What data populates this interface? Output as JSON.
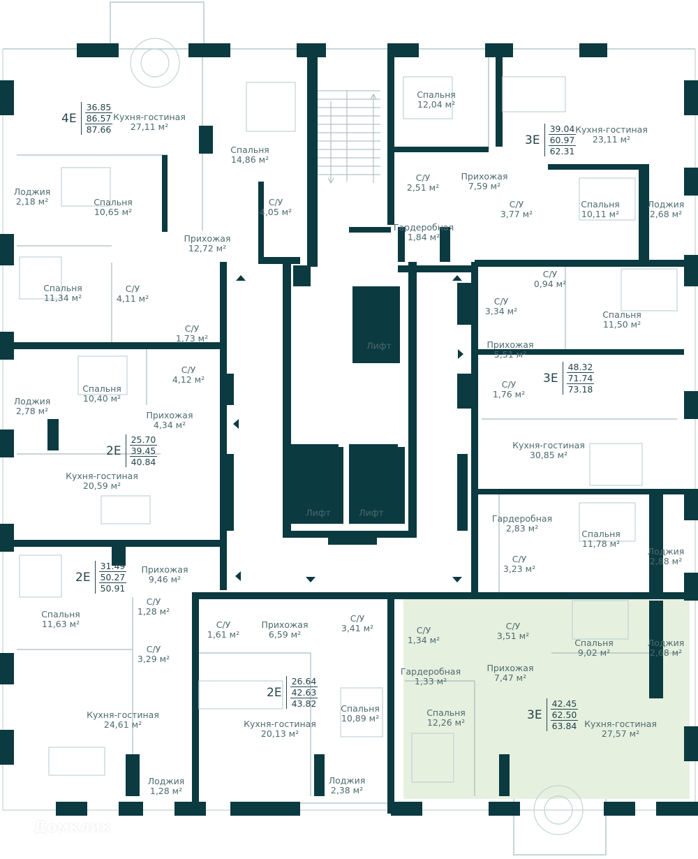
{
  "colors": {
    "wall": "#0b3a40",
    "line": "#a7bcbe",
    "furniture": "#c2d3d4",
    "highlight": "#e6f0df",
    "text": "#4e6a6e"
  },
  "apartments": [
    {
      "code": "4E",
      "areas": [
        "36.85",
        "86.57",
        "87.66"
      ]
    },
    {
      "code": "3E",
      "areas": [
        "39.04",
        "60.97",
        "62.31"
      ]
    },
    {
      "code": "3E",
      "areas": [
        "48.32",
        "71.74",
        "73.18"
      ]
    },
    {
      "code": "2E",
      "areas": [
        "25.70",
        "39.45",
        "40.84"
      ]
    },
    {
      "code": "2E",
      "areas": [
        "31.49",
        "50.27",
        "50.91"
      ]
    },
    {
      "code": "2E",
      "areas": [
        "26.64",
        "42.63",
        "43.82"
      ]
    },
    {
      "code": "3E",
      "areas": [
        "42.45",
        "62.50",
        "63.84"
      ]
    }
  ],
  "rooms": [
    {
      "name": "Кухня-гостиная",
      "area": "27,11 м²"
    },
    {
      "name": "Спальня",
      "area": "14,86 м²"
    },
    {
      "name": "Лоджия",
      "area": "2,18 м²"
    },
    {
      "name": "Спальня",
      "area": "10,65 м²"
    },
    {
      "name": "С/У",
      "area": "4,05 м²"
    },
    {
      "name": "Прихожая",
      "area": "12,72 м²"
    },
    {
      "name": "Спальня",
      "area": "11,34 м²"
    },
    {
      "name": "С/У",
      "area": "4,11 м²"
    },
    {
      "name": "С/У",
      "area": "1,73 м²"
    },
    {
      "name": "Спальня",
      "area": "12,04 м²"
    },
    {
      "name": "Кухня-гостиная",
      "area": "23,11 м²"
    },
    {
      "name": "С/У",
      "area": "2,51 м²"
    },
    {
      "name": "Прихожая",
      "area": "7,59 м²"
    },
    {
      "name": "С/У",
      "area": "3,77 м²"
    },
    {
      "name": "Спальня",
      "area": "10,11 м²"
    },
    {
      "name": "Лоджия",
      "area": "2,68 м²"
    },
    {
      "name": "Гардеробная",
      "area": "1,84 м²"
    },
    {
      "name": "С/У",
      "area": "0,94 м²"
    },
    {
      "name": "С/У",
      "area": "3,34 м²"
    },
    {
      "name": "Спальня",
      "area": "11,50 м²"
    },
    {
      "name": "Прихожая",
      "area": "5,51 м²"
    },
    {
      "name": "С/У",
      "area": "1,76 м²"
    },
    {
      "name": "Кухня-гостиная",
      "area": "30,85 м²"
    },
    {
      "name": "Гардеробная",
      "area": "2,83 м²"
    },
    {
      "name": "Спальня",
      "area": "11,78 м²"
    },
    {
      "name": "Лоджия",
      "area": "2,88 м²"
    },
    {
      "name": "С/У",
      "area": "3,23 м²"
    },
    {
      "name": "Спальня",
      "area": "10,40 м²"
    },
    {
      "name": "С/У",
      "area": "4,12 м²"
    },
    {
      "name": "Лоджия",
      "area": "2,78 м²"
    },
    {
      "name": "Прихожая",
      "area": "4,34 м²"
    },
    {
      "name": "Кухня-гостиная",
      "area": "20,59 м²"
    },
    {
      "name": "Прихожая",
      "area": "9,46 м²"
    },
    {
      "name": "Спальня",
      "area": "11,63 м²"
    },
    {
      "name": "С/У",
      "area": "1,28 м²"
    },
    {
      "name": "С/У",
      "area": "3,29 м²"
    },
    {
      "name": "Кухня-гостиная",
      "area": "24,61 м²"
    },
    {
      "name": "Лоджия",
      "area": "1,28 м²"
    },
    {
      "name": "С/У",
      "area": "1,61 м²"
    },
    {
      "name": "Прихожая",
      "area": "6,59 м²"
    },
    {
      "name": "С/У",
      "area": "3,41 м²"
    },
    {
      "name": "Кухня-гостиная",
      "area": "20,13 м²"
    },
    {
      "name": "Спальня",
      "area": "10,89 м²"
    },
    {
      "name": "Лоджия",
      "area": "2,38 м²"
    },
    {
      "name": "С/У",
      "area": "1,34 м²"
    },
    {
      "name": "Гардеробная",
      "area": "1,33 м²"
    },
    {
      "name": "Спальня",
      "area": "12,26 м²"
    },
    {
      "name": "С/У",
      "area": "3,51 м²"
    },
    {
      "name": "Прихожая",
      "area": "7,47 м²"
    },
    {
      "name": "Спальня",
      "area": "9,02 м²"
    },
    {
      "name": "Лоджия",
      "area": "2,68 м²"
    },
    {
      "name": "Кухня-гостиная",
      "area": "27,57 м²"
    }
  ],
  "lifts": [
    "Лифт",
    "Лифт",
    "Лифт"
  ],
  "watermark": "Домклик"
}
